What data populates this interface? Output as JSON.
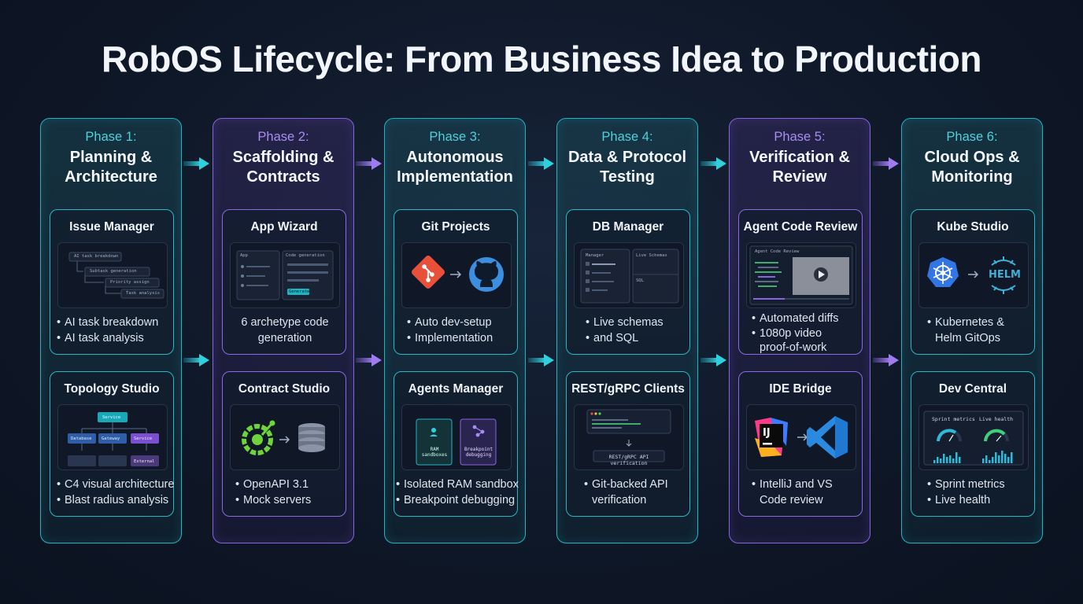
{
  "title": "RobOS Lifecycle: From Business Idea to Production",
  "phases": [
    {
      "label": "Phase 1:",
      "name_line1": "Planning &",
      "name_line2": "Architecture",
      "top_card": {
        "title": "Issue Manager",
        "thumb_items": [
          "AI task breakdown",
          "Subtask generation",
          "Priority assign",
          "Task analysis"
        ],
        "bullets": [
          "AI task breakdown",
          "AI task analysis"
        ]
      },
      "bottom_card": {
        "title": "Topology Studio",
        "thumb_items": [
          "Service",
          "Database",
          "Gateway",
          "Service",
          "External"
        ],
        "bullets": [
          "C4 visual architecture",
          "Blast radius analysis"
        ]
      }
    },
    {
      "label": "Phase 2:",
      "name_line1": "Scaffolding &",
      "name_line2": "Contracts",
      "top_card": {
        "title": "App Wizard",
        "thumb_items": [
          "App",
          "Code generation",
          "Generate"
        ],
        "desc_line1": "6 archetype code",
        "desc_line2": "generation"
      },
      "bottom_card": {
        "title": "Contract Studio",
        "bullets": [
          "OpenAPI 3.1",
          "Mock servers"
        ]
      }
    },
    {
      "label": "Phase 3:",
      "name_line1": "Autonomous",
      "name_line2": "Implementation",
      "top_card": {
        "title": "Git Projects",
        "bullets": [
          "Auto dev-setup",
          "Implementation"
        ]
      },
      "bottom_card": {
        "title": "Agents Manager",
        "thumb_items": [
          "RAM sandboxes",
          "Breakpoint debugging"
        ],
        "bullets": [
          "Isolated RAM sandbox",
          "Breakpoint debugging"
        ]
      }
    },
    {
      "label": "Phase 4:",
      "name_line1": "Data & Protocol",
      "name_line2": "Testing",
      "top_card": {
        "title": "DB Manager",
        "thumb_items": [
          "Manager",
          "Live Schemas",
          "SQL"
        ],
        "bullets": [
          "Live schemas",
          "and SQL"
        ]
      },
      "bottom_card": {
        "title": "REST/gRPC Clients",
        "thumb_items": [
          "REST/gRPC API verification"
        ],
        "bullet_line1": "Git-backed API",
        "bullet_line2": "verification"
      }
    },
    {
      "label": "Phase 5:",
      "name_line1": "Verification &",
      "name_line2": "Review",
      "top_card": {
        "title": "Agent Code Review",
        "thumb_items": [
          "Agent Code Review"
        ],
        "bullet1": "Automated diffs",
        "bullet2_line1": "1080p video",
        "bullet2_line2": "proof-of-work"
      },
      "bottom_card": {
        "title": "IDE Bridge",
        "thumb_items": [
          "IJ"
        ],
        "bullet_line1": "IntelliJ and VS",
        "bullet_line2": "Code review"
      }
    },
    {
      "label": "Phase 6:",
      "name_line1": "Cloud Ops &",
      "name_line2": "Monitoring",
      "top_card": {
        "title": "Kube Studio",
        "thumb_items": [
          "HELM"
        ],
        "bullet_line1": "Kubernetes &",
        "bullet_line2": "Helm GitOps"
      },
      "bottom_card": {
        "title": "Dev Central",
        "thumb_items": [
          "Sprint metrics",
          "Live health"
        ],
        "bullets": [
          "Sprint metrics",
          "Live health"
        ]
      }
    }
  ],
  "colors": {
    "teal": "#1fb4c4",
    "purple": "#8a64e0",
    "background": "#0f1828"
  }
}
